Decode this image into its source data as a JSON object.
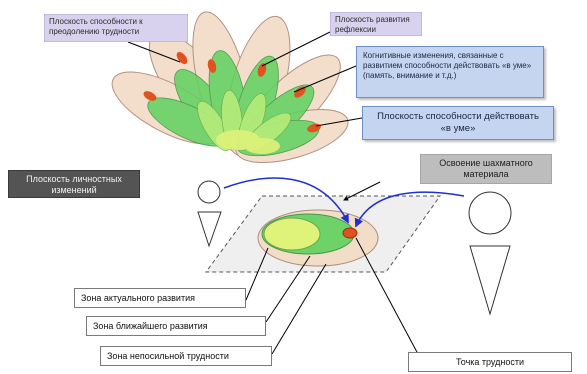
{
  "labels": {
    "plane_overcoming": "Плоскость способности к преодолению трудности",
    "plane_reflection": "Плоскость развития рефлексии",
    "cognitive_changes": "Когнитивные изменения, связанные с развитием способности действовать «в уме» (память, внимание и т.д.)",
    "plane_mental_action": "Плоскость способности действовать «в уме»",
    "plane_personal": "Плоскость личностных изменений",
    "chess_material": "Освоение шахматного материала",
    "zone_actual": "Зона актуального развития",
    "zone_proximal": "Зона ближайшего развития",
    "zone_unbearable": "Зона непосильной трудности",
    "difficulty_point": "Точка трудности"
  },
  "colors": {
    "petal_outer": "#f2ddc9",
    "petal_stroke": "#b08c78",
    "petal_green": "#5fd25f",
    "petal_green_light": "#b6ec7a",
    "petal_yellow": "#dff27a",
    "accent_dot": "#e0521e",
    "arrow_blue": "#1f2fd0",
    "plane_fill": "#efefef"
  },
  "icons": [
    "flower-diagram-icon",
    "child-figure-icon",
    "adult-figure-icon",
    "difficulty-point-icon"
  ]
}
